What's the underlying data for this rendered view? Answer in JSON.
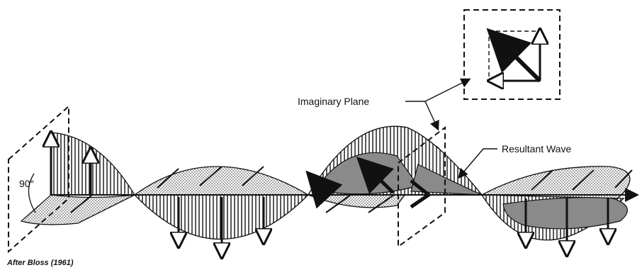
{
  "labels": {
    "imaginary_plane": "Imaginary Plane",
    "resultant_wave": "Resultant Wave",
    "angle": "90°",
    "credit": "After Bloss (1961)"
  }
}
